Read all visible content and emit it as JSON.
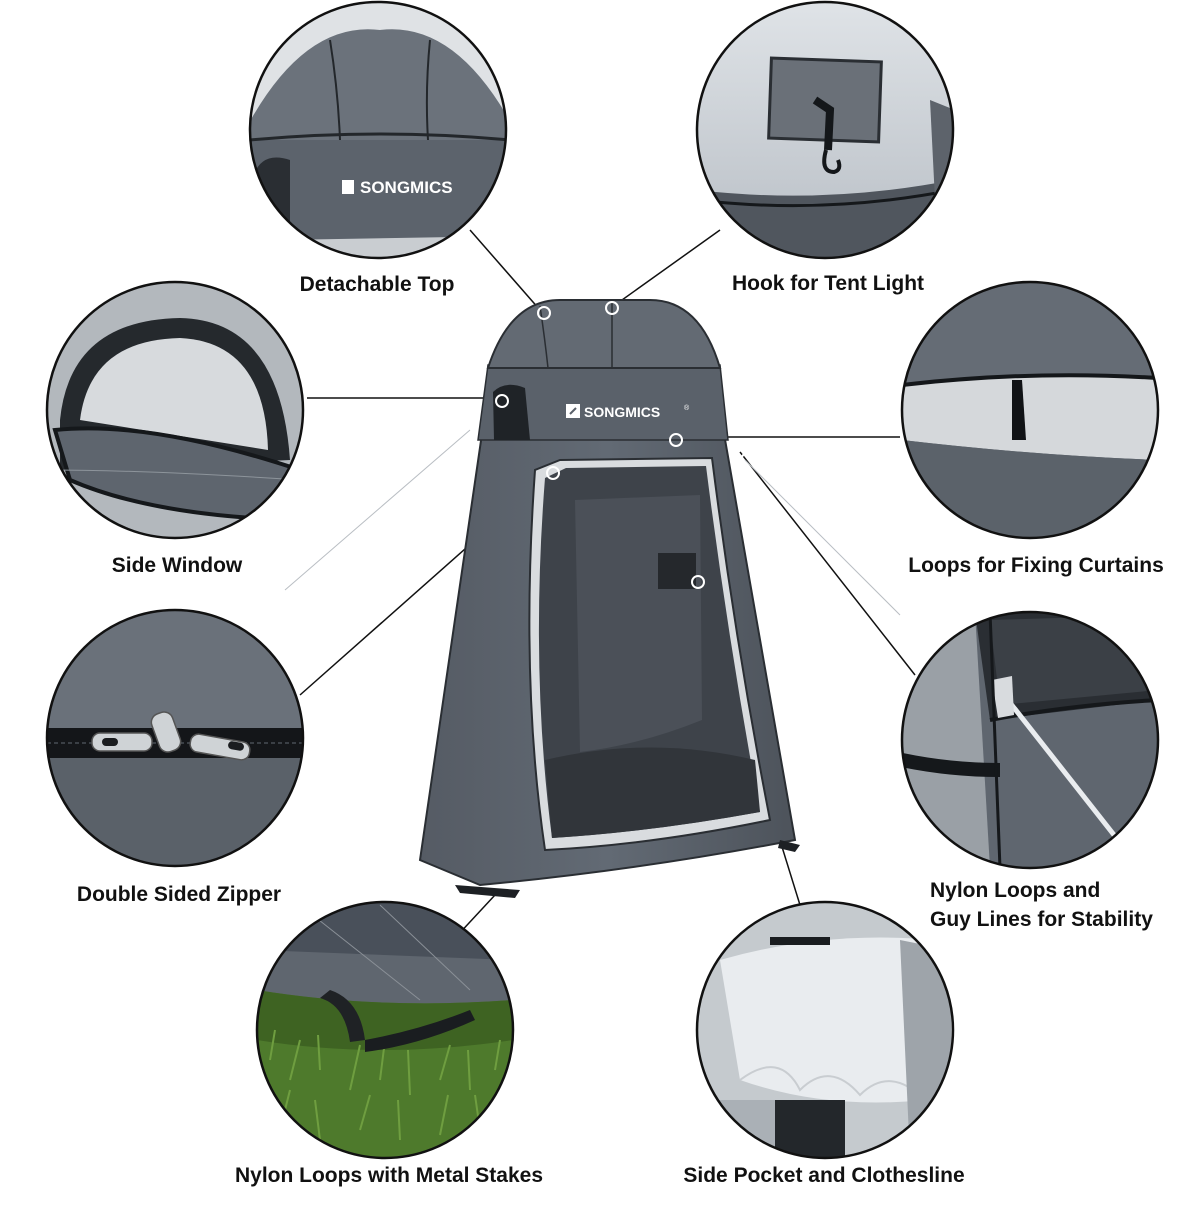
{
  "brand": "SONGMICS",
  "brand_mark": "®",
  "callouts": [
    {
      "id": "detachable-top",
      "label": "Detachable Top"
    },
    {
      "id": "hook-tent-light",
      "label": "Hook for Tent Light"
    },
    {
      "id": "side-window",
      "label": "Side Window"
    },
    {
      "id": "loops-curtains",
      "label": "Loops for Fixing Curtains"
    },
    {
      "id": "double-zipper",
      "label": "Double Sided Zipper"
    },
    {
      "id": "nylon-guy-lines",
      "label_line1": "Nylon Loops and",
      "label_line2": "Guy Lines for Stability"
    },
    {
      "id": "nylon-stakes",
      "label": "Nylon Loops with Metal Stakes"
    },
    {
      "id": "side-pocket",
      "label": "Side Pocket and Clothesline"
    }
  ],
  "colors": {
    "tent_dark": "#4a5059",
    "tent_mid": "#5f6670",
    "tent_light": "#8d949c",
    "inner_dark": "#3d4249",
    "grass": "#4e7a2c",
    "mesh_white": "#e9ecef"
  }
}
